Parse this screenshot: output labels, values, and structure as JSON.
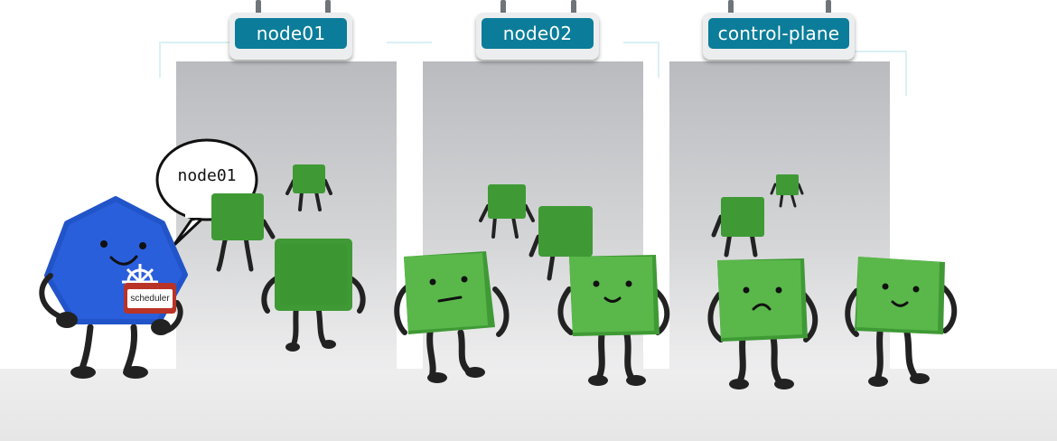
{
  "nodes": [
    {
      "label": "node01"
    },
    {
      "label": "node02"
    },
    {
      "label": "control-plane"
    }
  ],
  "scheduler": {
    "speech": "node01",
    "badge": "scheduler",
    "body_color": "#2a5fdc"
  },
  "colors": {
    "sign": "#0b7d9a",
    "pod": "#55b847",
    "pod_dark": "#3f9a35",
    "badge": "#b93427"
  }
}
